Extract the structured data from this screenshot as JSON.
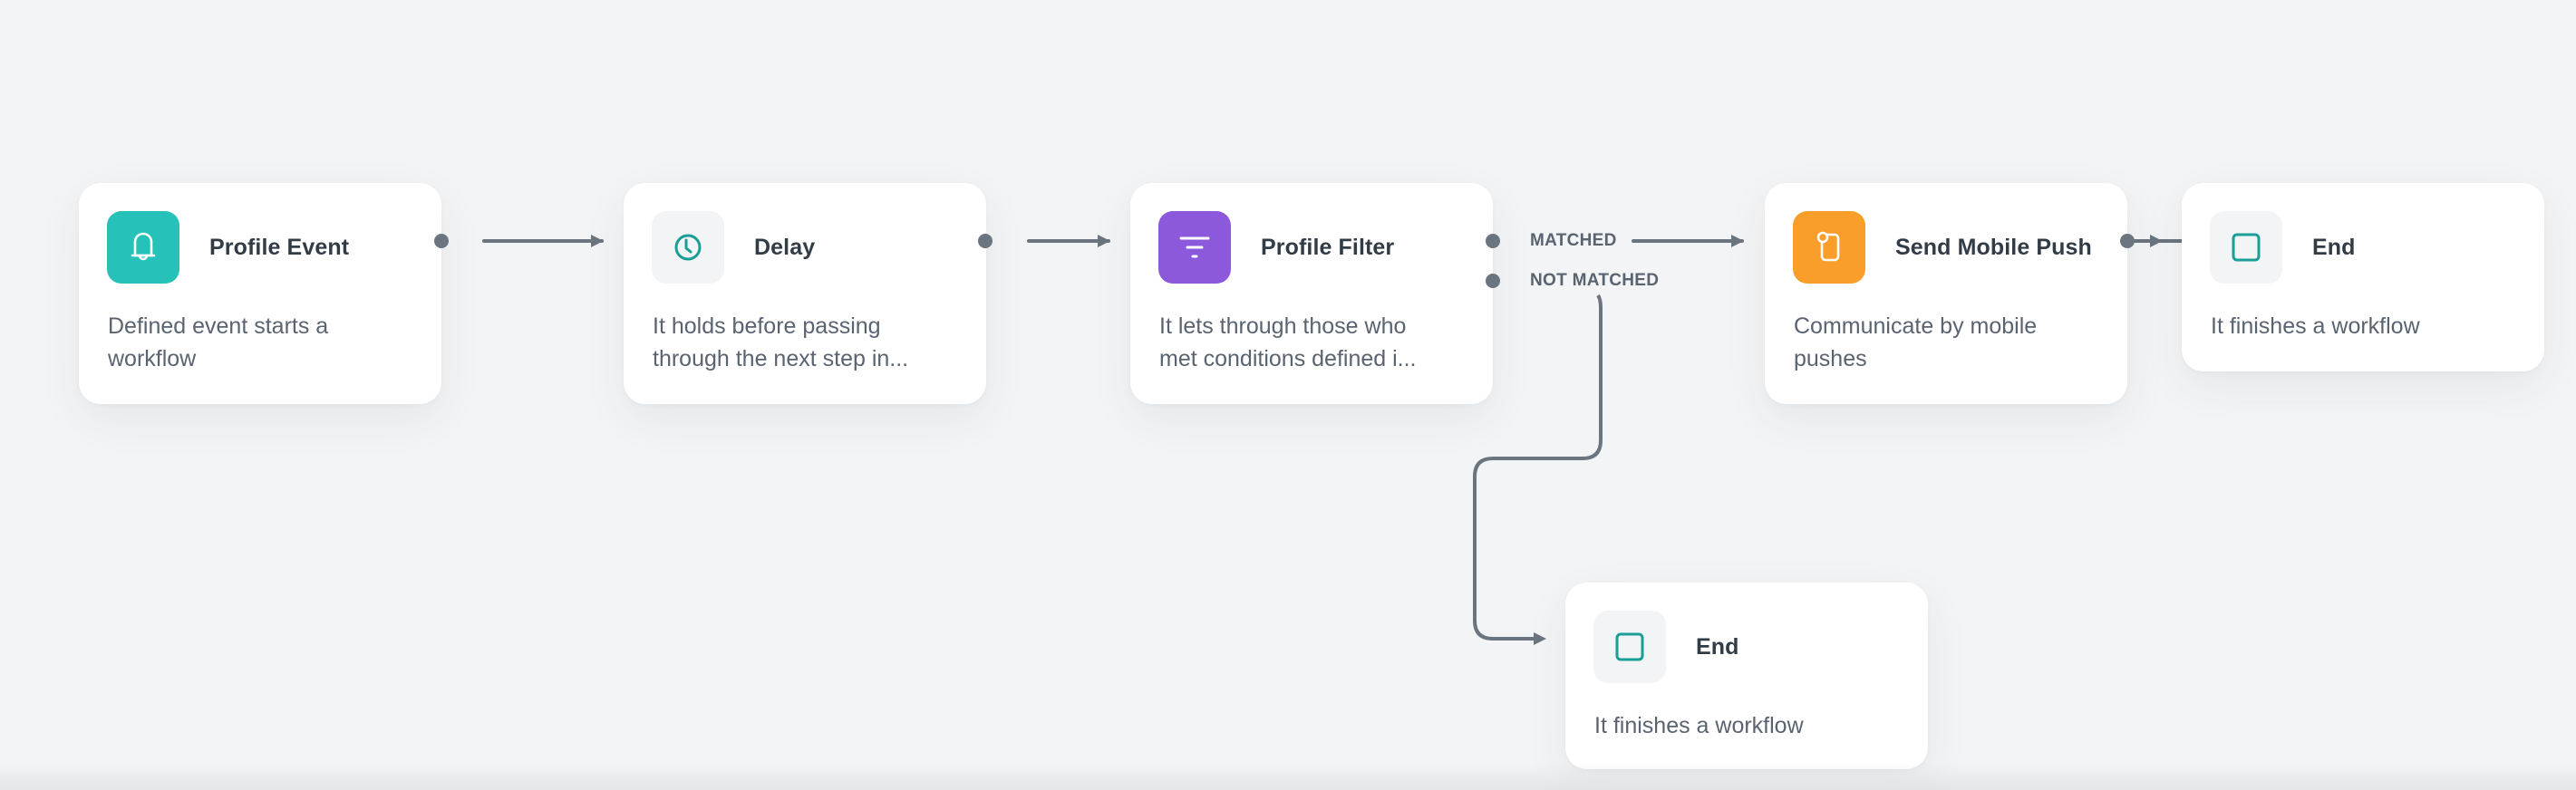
{
  "canvas": {
    "background": "#f3f4f6",
    "connector_color": "#6b7580"
  },
  "nodes": [
    {
      "id": "profile-event",
      "title": "Profile Event",
      "desc_lines": [
        "Defined event starts a",
        "workflow"
      ],
      "icon": "bell-icon",
      "icon_bg": "#26c2ba",
      "icon_fg": "#ffffff"
    },
    {
      "id": "delay",
      "title": "Delay",
      "desc_lines": [
        "It holds before passing",
        "through the next step in..."
      ],
      "icon": "clock-icon",
      "icon_bg": "#f3f4f6",
      "icon_fg": "#1a9e96"
    },
    {
      "id": "profile-filter",
      "title": "Profile Filter",
      "desc_lines": [
        "It lets through those who",
        "met conditions defined i..."
      ],
      "icon": "filter-icon",
      "icon_bg": "#8c59dc",
      "icon_fg": "#ffffff",
      "branches": {
        "matched": "MATCHED",
        "not_matched": "NOT MATCHED"
      }
    },
    {
      "id": "send-mobile-push",
      "title": "Send Mobile Push",
      "desc_lines": [
        "Communicate by mobile",
        "pushes"
      ],
      "icon": "mobile-push-icon",
      "icon_bg": "#fa9e2b",
      "icon_fg": "#ffffff"
    },
    {
      "id": "end-matched",
      "title": "End",
      "desc_lines": [
        "It finishes a workflow"
      ],
      "icon": "stop-square-icon",
      "icon_bg": "#f3f4f6",
      "icon_fg": "#1a9e96"
    },
    {
      "id": "end-not-matched",
      "title": "End",
      "desc_lines": [
        "It finishes a workflow"
      ],
      "icon": "stop-square-icon",
      "icon_bg": "#f3f4f6",
      "icon_fg": "#1a9e96"
    }
  ],
  "edges": [
    {
      "from": "profile-event",
      "to": "delay"
    },
    {
      "from": "delay",
      "to": "profile-filter"
    },
    {
      "from": "profile-filter",
      "to": "send-mobile-push",
      "branch": "MATCHED"
    },
    {
      "from": "profile-filter",
      "to": "end-not-matched",
      "branch": "NOT MATCHED"
    },
    {
      "from": "send-mobile-push",
      "to": "end-matched"
    }
  ]
}
